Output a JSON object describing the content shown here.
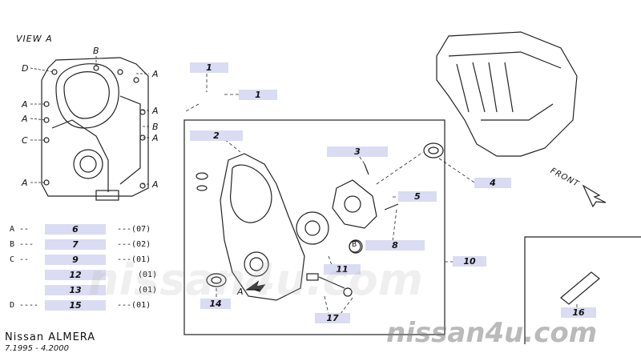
{
  "view_label": "VIEW A",
  "front_label": "FRONT",
  "view_letters": {
    "left": [
      "D",
      "A",
      "A",
      "C",
      "A"
    ],
    "top": [
      "B"
    ],
    "right": [
      "A",
      "A",
      "B",
      "A",
      "A"
    ],
    "arrow_a": "A",
    "circle_b": "B"
  },
  "callouts": {
    "c1a": "1",
    "c1b": "1",
    "c2": "2",
    "c3": "3",
    "c4": "4",
    "c5": "5",
    "c8": "8",
    "c10": "10",
    "c11": "11",
    "c14": "14",
    "c16": "16",
    "c17": "17"
  },
  "legend": [
    {
      "key": "A",
      "lead": "--",
      "part": "6",
      "qty": "---(07)"
    },
    {
      "key": "B",
      "lead": "---",
      "part": "7",
      "qty": "---(02)"
    },
    {
      "key": "C",
      "lead": "--",
      "part": "9",
      "qty": "---(01)"
    },
    {
      "key": "",
      "lead": "",
      "part": "12",
      "qty": "(01)"
    },
    {
      "key": "",
      "lead": "",
      "part": "13",
      "qty": "(01)"
    },
    {
      "key": "D",
      "lead": "----",
      "part": "15",
      "qty": "---(01)"
    }
  ],
  "model_name": "Nissan ALMERA",
  "model_years": "7.1995 - 4.2000",
  "watermark": "nissan4u.com",
  "watermark_mid": "nissan4u.com",
  "colors": {
    "callout_bg": "#d9dcf2",
    "line": "#222222",
    "watermark": "#9a9a9a"
  }
}
